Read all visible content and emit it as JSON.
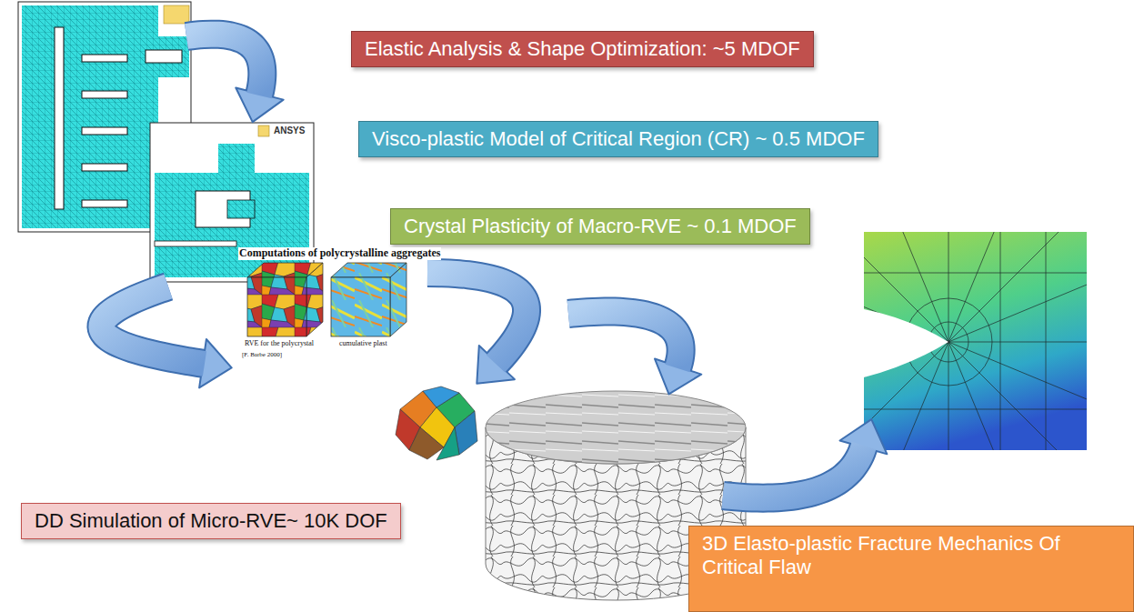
{
  "diagram": {
    "nodes": [
      {
        "text": [
          "Elastic Analysis & Shape Optimization: ~5 MDOF"
        ]
      },
      {
        "text": [
          "Visco-plastic Model of Critical Region (CR) ~ 0.5 MDOF"
        ]
      },
      {
        "text": [
          "Crystal Plasticity of Macro-RVE ~ 0.1 MDOF"
        ]
      },
      {
        "text": [
          "DD Simulation of Micro-RVE~ 10K DOF"
        ]
      },
      {
        "text": [
          "3D Elasto-plastic Fracture Mechanics Of Critical Flaw"
        ]
      }
    ],
    "labels": [
      "ANSYS",
      "Computations of polycrystalline aggregates",
      "RVE for the polycrystal",
      "cumulative plast",
      "[F. Barbe 2000]"
    ]
  }
}
